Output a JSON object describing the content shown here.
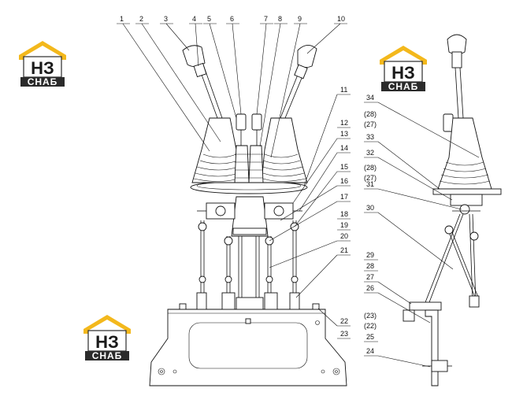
{
  "logos": [
    {
      "mark": "НЗ",
      "caption": "СНАБ",
      "color_roof": "#f3b81c",
      "color_body": "#2b2b2b"
    },
    {
      "mark": "НЗ",
      "caption": "СНАБ",
      "color_roof": "#f3b81c",
      "color_body": "#2b2b2b"
    },
    {
      "mark": "НЗ",
      "caption": "СНАБ",
      "color_roof": "#f3b81c",
      "color_body": "#2b2b2b"
    }
  ],
  "callouts_top": [
    "1",
    "2",
    "3",
    "4",
    "5",
    "6",
    "7",
    "8",
    "9",
    "10"
  ],
  "callouts_right": [
    "11",
    "12",
    "13",
    "14",
    "15",
    "16",
    "17",
    "18",
    "19",
    "20",
    "21",
    "22",
    "23"
  ],
  "callouts_side": [
    "34",
    "(28)",
    "(27)",
    "33",
    "32",
    "(28)",
    "(27)",
    "31",
    "30",
    "29",
    "28",
    "27",
    "26",
    "(23)",
    "(22)",
    "25",
    "24"
  ]
}
